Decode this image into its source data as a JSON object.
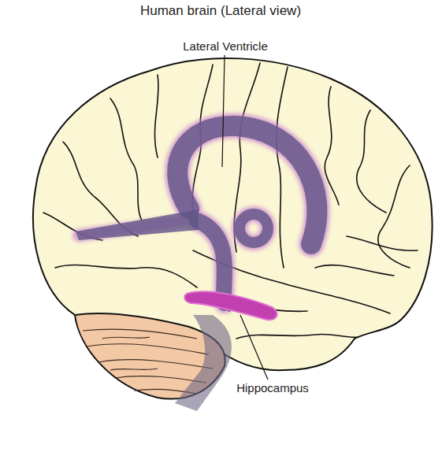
{
  "diagram": {
    "title": "Human brain (Lateral view)",
    "labels": [
      "Lateral Ventricle",
      "Hippocampus"
    ]
  }
}
